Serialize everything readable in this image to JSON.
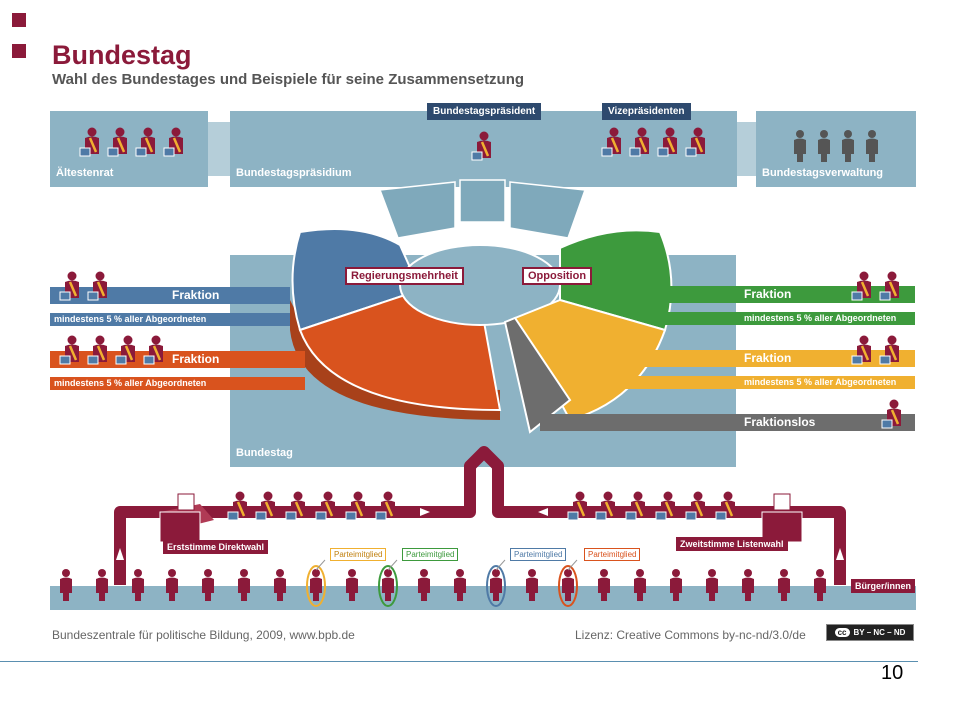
{
  "title": "Bundestag",
  "subtitle": "Wahl des Bundestages und Beispiele für seine Zusammensetzung",
  "top_row": {
    "aeltestenrat": "Ältestenrat",
    "praesidium": "Bundestagspräsidium",
    "praesident": "Bundestagspräsident",
    "vizepraesidenten": "Vizepräsidenten",
    "verwaltung": "Bundestagsverwaltung"
  },
  "center": {
    "regierung": "Regierungsmehrheit",
    "opposition": "Opposition",
    "bundestag": "Bundestag"
  },
  "fraktionen": {
    "left_blue": {
      "label": "Fraktion",
      "sub": "mindestens 5 % aller Abgeordneten"
    },
    "left_orange": {
      "label": "Fraktion",
      "sub": "mindestens 5 % aller Abgeordneten"
    },
    "right_green": {
      "label": "Fraktion",
      "sub": "mindestens 5 % aller Abgeordneten"
    },
    "right_yellow": {
      "label": "Fraktion",
      "sub": "mindestens 5 % aller Abgeordneten"
    },
    "fraktionslos": "Fraktionslos"
  },
  "election": {
    "erststimme": "Erststimme Direktwahl",
    "zweitstimme": "Zweitstimme Listenwahl",
    "buerger": "Bürger/innen",
    "parteimitglied": [
      "Parteimitglied",
      "Parteimitglied",
      "Parteimitglied",
      "Parteimitglied"
    ]
  },
  "footer": {
    "source": "Bundeszentrale für politische Bildung, 2009, www.bpb.de",
    "license": "Lizenz: Creative Commons by-nc-nd/3.0/de",
    "cc_badge": "BY – NC – ND",
    "page_number": "10"
  },
  "colors": {
    "brand": "#8b1a3a",
    "panel": "#8db3c4",
    "navy": "#2e4a6e",
    "blue_party": "#4f7aa6",
    "orange_party": "#d9531e",
    "green_party": "#3d9a3d",
    "yellow_party": "#f0b030",
    "grey_party": "#6d6d6d"
  }
}
